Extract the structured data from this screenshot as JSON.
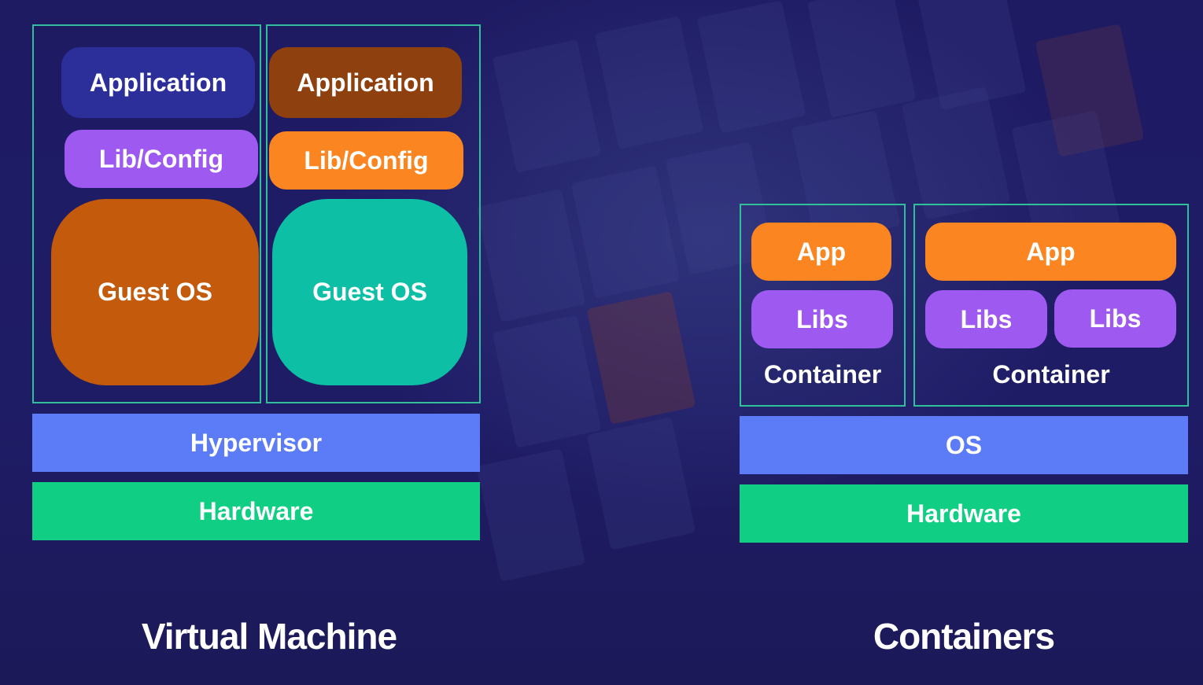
{
  "colors": {
    "background": "#1d1a5e",
    "frame": "#2fbf9a",
    "app_blue": "#2c2f9a",
    "app_brown": "#8f400f",
    "lib_purple": "#9d59f0",
    "orange": "#fb8520",
    "guest_os_orange": "#c35a0c",
    "guest_os_teal": "#0cbfa5",
    "hypervisor_blue": "#5b7cf6",
    "hardware_green": "#10cf84"
  },
  "vm": {
    "title": "Virtual Machine",
    "stack1": {
      "application": "Application",
      "lib_config": "Lib/Config",
      "guest_os": "Guest OS"
    },
    "stack2": {
      "application": "Application",
      "lib_config": "Lib/Config",
      "guest_os": "Guest OS"
    },
    "hypervisor": "Hypervisor",
    "hardware": "Hardware"
  },
  "containers": {
    "title": "Containers",
    "container1": {
      "app": "App",
      "libs": "Libs",
      "label": "Container"
    },
    "container2": {
      "app": "App",
      "libs_1": "Libs",
      "libs_2": "Libs",
      "label": "Container"
    },
    "os": "OS",
    "hardware": "Hardware"
  }
}
